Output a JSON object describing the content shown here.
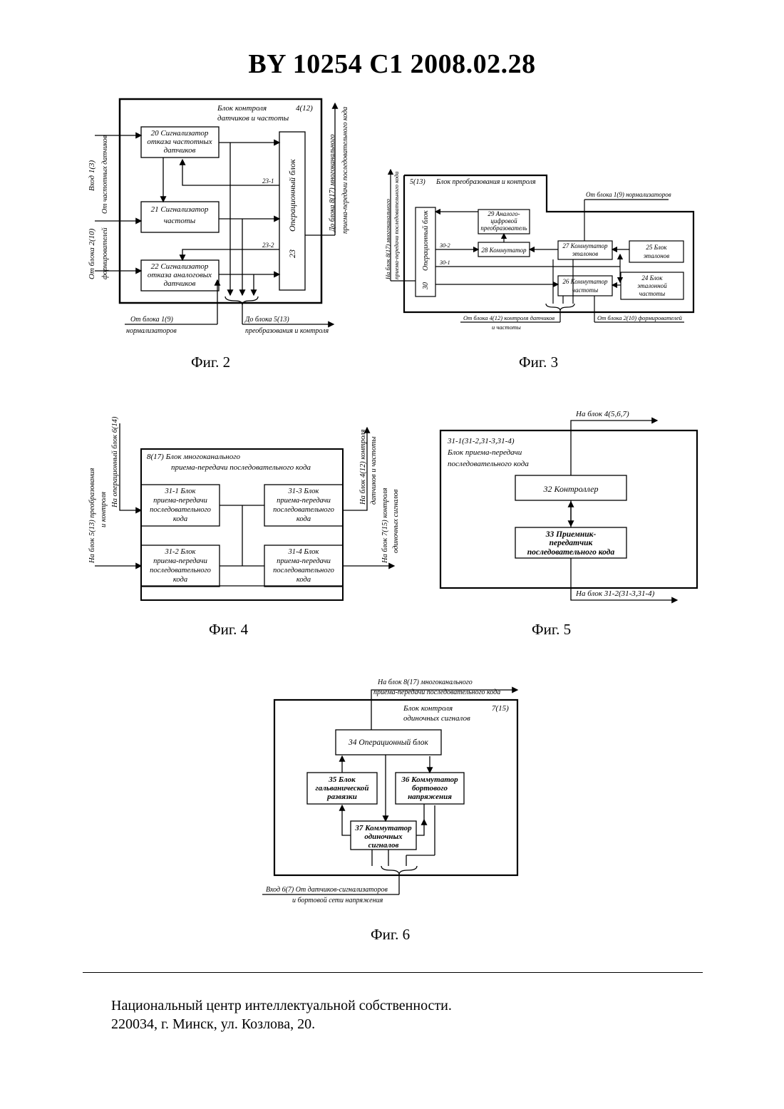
{
  "header": {
    "title": "BY  10254  C1  2008.02.28"
  },
  "fig2": {
    "caption": "Фиг. 2",
    "block_title_1": "Блок контроля",
    "block_id": "4(12)",
    "block_title_2": "датчиков и частоты",
    "b20_1": "20  Сигнализатор",
    "b20_2": "отказа частотных",
    "b20_3": "датчиков",
    "b21_1": "21  Сигнализатор",
    "b21_2": "частоты",
    "b22_1": "22  Сигнализатор",
    "b22_2": "отказа аналоговых",
    "b22_3": "датчиков",
    "b23_name": "Операционный блок",
    "b23_num": "23",
    "bus_23_1": "23-1",
    "bus_23_2": "23-2",
    "left_in1_1": "Вход 1(3)",
    "left_in1_2": "От частотных датчиков",
    "left_in2_1": "От блока 2(10)",
    "left_in2_2": "формирователей",
    "right_out_1": "До блока 8(17) многоканального",
    "right_out_2": "приема-передачи последовательного кода",
    "bottom_in_1": "От блока 1(9)",
    "bottom_in_2": "нормализаторов",
    "bottom_out_1": "До блока 5(13)",
    "bottom_out_2": "преобразования и контроля"
  },
  "fig3": {
    "caption": "Фиг. 3",
    "block_id": "5(13)",
    "block_title": "Блок преобразования и контроля",
    "top_right_in": "От блока 1(9) нормализаторов",
    "left_out_1": "На блок 8(17) многоканального",
    "left_out_2": "приема-передачи последовательного кода",
    "b30_name": "Операционный блок",
    "b30_num": "30",
    "b29_1": "29  Аналого-",
    "b29_2": "цифровой",
    "b29_3": "преобразователь",
    "b28": "28  Коммутатор",
    "b27_1": "27  Коммутатор",
    "b27_2": "эталонов",
    "b25_1": "25   Блок",
    "b25_2": "эталонов",
    "b26_1": "26  Коммутатор",
    "b26_2": "частоты",
    "b24_1": "24   Блок",
    "b24_2": "эталонной",
    "b24_3": "частоты",
    "bus_30_2": "30-2",
    "bus_30_1": "30-1",
    "bottom_in1_1": "От блока 4(12) контроля датчиков",
    "bottom_in1_2": "и частоты",
    "bottom_in2": "От блока 2(10) формирователей"
  },
  "fig4": {
    "caption": "Фиг. 4",
    "block_title_1": "8(17)  Блок многоканального",
    "block_title_2": "приема-передачи последовательного кода",
    "b311": [
      "31-1        Блок",
      "приема-передачи",
      "последовательного",
      "кода"
    ],
    "b313": [
      "31-3        Блок",
      "приема-передачи",
      "последовательного",
      "кода"
    ],
    "b312": [
      "31-2        Блок",
      "приема-передачи",
      "последовательного",
      "кода"
    ],
    "b314": [
      "31-4        Блок",
      "приема-передачи",
      "последовательного",
      "кода"
    ],
    "left1_1": "На блок 5(13) преобразования",
    "left1_2": "и контроля",
    "left2": "На операционный блок 6(14)",
    "right1_1": "На блок 4(12) контроля",
    "right1_2": "датчиков и частоты",
    "right2_1": "На блок 7(15) контроля",
    "right2_2": "одиночных сигналов"
  },
  "fig5": {
    "caption": "Фиг. 5",
    "top_label": "На блок  4(5,6,7)",
    "block_title_1": "31-1(31-2,31-3,31-4)",
    "block_title_2": "Блок приема-передачи",
    "block_title_3": "последовательного кода",
    "b32": "32          Контроллер",
    "b33_1": "33      Приемник-",
    "b33_2": "передатчик",
    "b33_3": "последовательного кода",
    "bottom_label": "На блок  31-2(31-3,31-4)"
  },
  "fig6": {
    "caption": "Фиг. 6",
    "top_label_1": "На блок 8(17) многоканального",
    "top_label_2": "приема-передачи последовательного кода",
    "block_title_1": "Блок контроля",
    "block_id": "7(15)",
    "block_title_2": "одиночных сигналов",
    "b34": "34   Операционный блок",
    "b35_1": "35  Блок",
    "b35_2": "гальванической",
    "b35_3": "развязки",
    "b36_1": "36  Коммутатор",
    "b36_2": "бортового",
    "b36_3": "напряжения",
    "b37_1": "37  Коммутатор",
    "b37_2": "одиночных",
    "b37_3": "сигналов",
    "bottom_label_1": "Вход 6(7)  От датчиков-сигнализаторов",
    "bottom_label_2": "и бортовой сети напряжения"
  },
  "footer": {
    "line1": "Национальный центр интеллектуальной собственности.",
    "line2": "220034, г. Минск, ул. Козлова, 20."
  }
}
